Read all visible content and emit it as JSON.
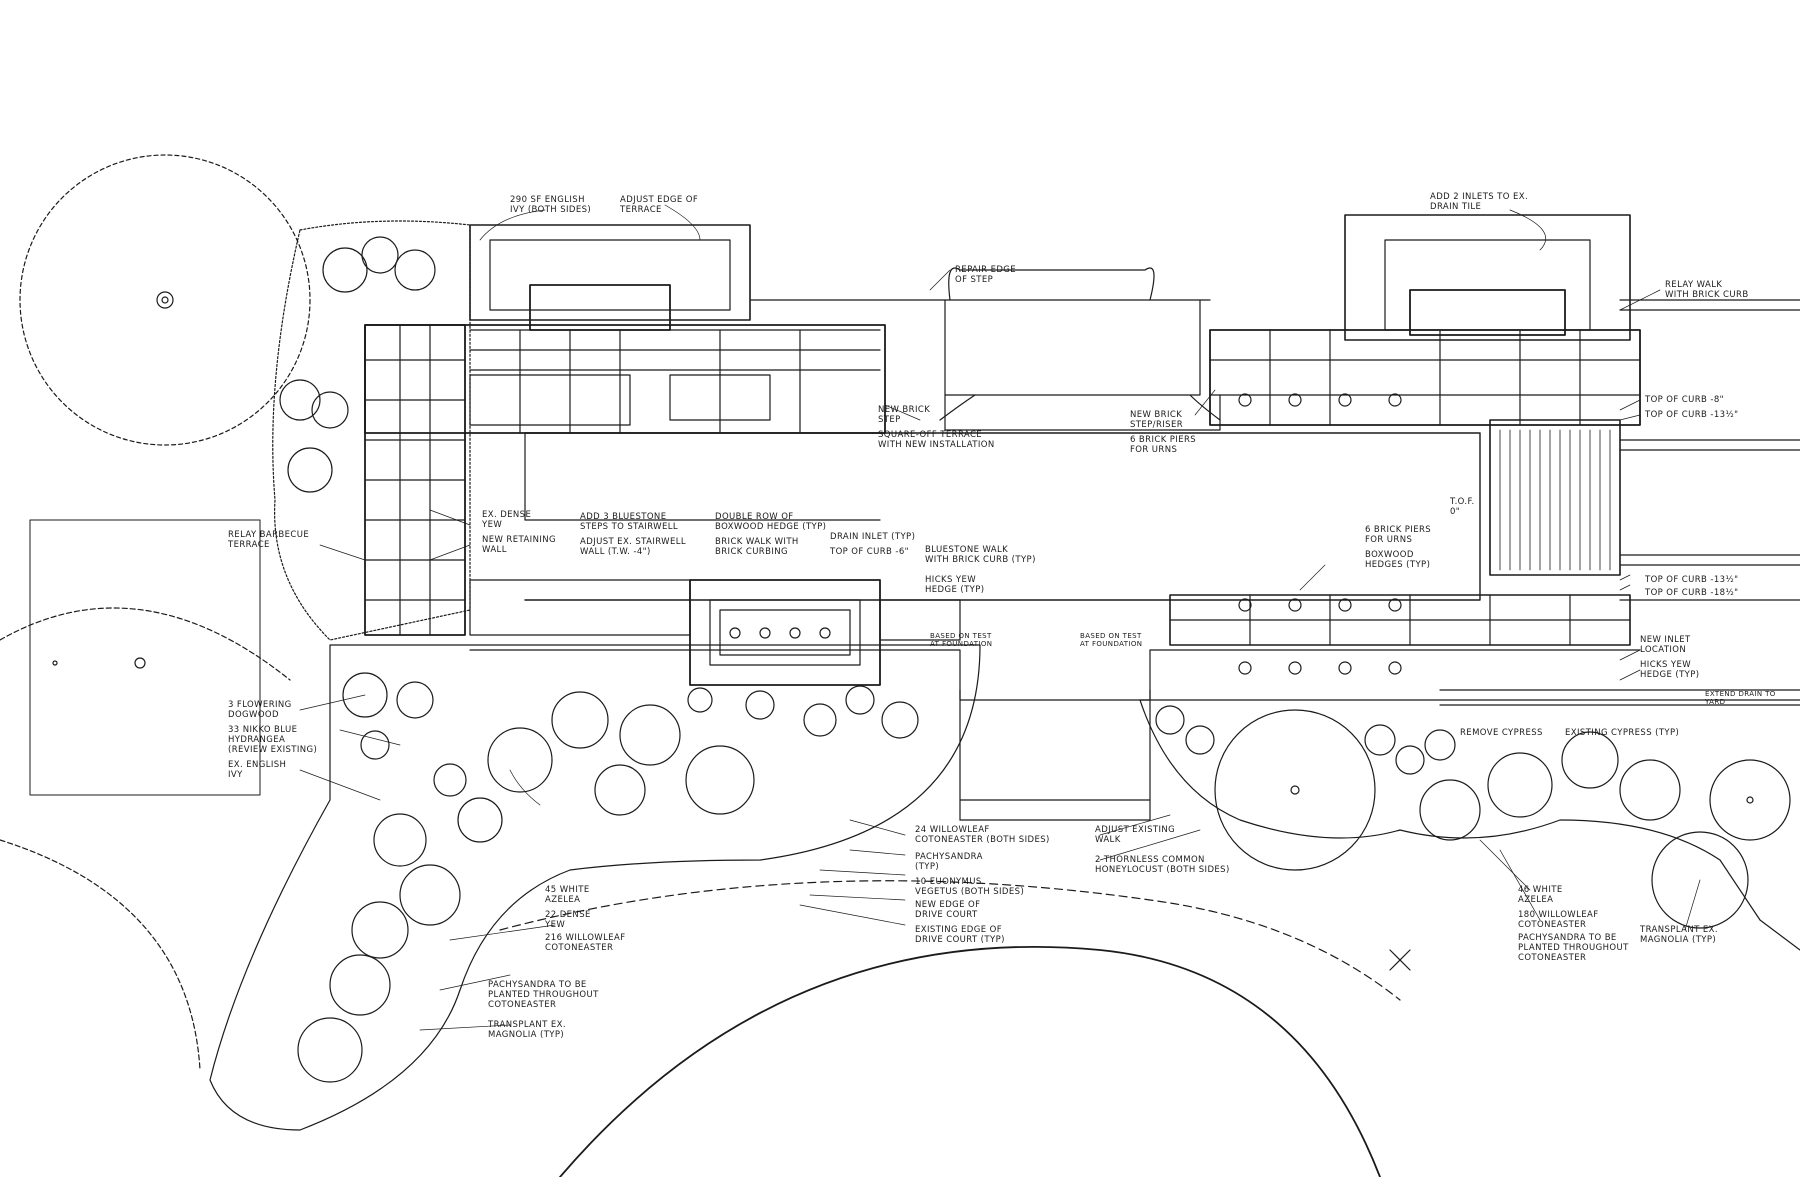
{
  "sheet": {
    "ink_color": "#1b1b1b",
    "paper_color": "#ffffff"
  },
  "labels": {
    "english_ivy_top": "290 SF ENGLISH\nIVY (BOTH SIDES)",
    "adjust_edge_terrace": "ADJUST EDGE OF\nTERRACE",
    "repair_edge_step": "REPAIR EDGE\nOF STEP",
    "add_inlets": "ADD 2 INLETS TO EX.\nDRAIN TILE",
    "relay_walk": "RELAY WALK\nWITH BRICK CURB",
    "new_brick_step": "NEW BRICK\nSTEP",
    "square_off_terrace": "SQUARE-OFF TERRACE\nWITH NEW INSTALLATION",
    "new_brick_step_riser": "NEW BRICK\nSTEP/RISER",
    "six_brick_piers_top": "6 BRICK PIERS\nFOR URNS",
    "top_curb_8": "TOP OF CURB -8\"",
    "top_curb_13": "TOP OF CURB -13½\"",
    "ex_dense_yew": "EX. DENSE\nYEW",
    "new_retaining_wall": "NEW RETAINING\nWALL",
    "relay_barbecue": "RELAY BARBECUE\nTERRACE",
    "add_bluestone_steps": "ADD 3 BLUESTONE\nSTEPS TO STAIRWELL",
    "adjust_stairwell": "ADJUST EX. STAIRWELL\nWALL (T.W. -4\")",
    "double_row_boxwood": "DOUBLE ROW OF\nBOXWOOD HEDGE (TYP)",
    "brick_walk_curbing": "BRICK WALK WITH\nBRICK CURBING",
    "drain_inlet": "DRAIN INLET (TYP)",
    "top_curb_6": "TOP OF CURB -6\"",
    "bluestone_walk": "BLUESTONE WALK\nWITH BRICK CURB (TYP)",
    "hicks_yew_left": "HICKS YEW\nHEDGE (TYP)",
    "tof": "T.O.F.\n0\"",
    "six_brick_piers_mid": "6 BRICK PIERS\nFOR URNS",
    "boxwood_hedges": "BOXWOOD\nHEDGES (TYP)",
    "top_curb_13b": "TOP OF CURB -13½\"",
    "top_curb_18": "TOP OF CURB -18½\"",
    "based_on_test_left": "BASED ON TEST\nAT FOUNDATION",
    "based_on_test_right": "BASED ON TEST\nAT FOUNDATION",
    "new_inlet": "NEW INLET\nLOCATION",
    "hicks_yew_right": "HICKS YEW\nHEDGE (TYP)",
    "extend_drain": "EXTEND DRAIN TO\nYARD",
    "three_dogwood": "3 FLOWERING\nDOGWOOD",
    "nikko_hydrangea": "33 NIKKO BLUE\nHYDRANGEA\n(REVIEW EXISTING)",
    "ex_english_ivy": "EX. ENGLISH\nIVY",
    "remove_cypress": "REMOVE CYPRESS",
    "existing_cypress": "EXISTING CYPRESS (TYP)",
    "willowleaf_24": "24 WILLOWLEAF\nCOTONEASTER (BOTH SIDES)",
    "pachysandra_typ": "PACHYSANDRA\n(TYP)",
    "euonymus": "10 EUONYMUS\nVEGETUS (BOTH SIDES)",
    "new_edge_drive": "NEW EDGE OF\nDRIVE COURT",
    "existing_edge_drive": "EXISTING EDGE OF\nDRIVE COURT (TYP)",
    "adjust_existing_walk": "ADJUST EXISTING\nWALK",
    "honeylocust": "2 THORNLESS COMMON\nHONEYLOCUST (BOTH SIDES)",
    "white_azalea_45": "45 WHITE\nAZELEA",
    "dense_yew_22": "22 DENSE\nYEW",
    "willowleaf_216": "216 WILLOWLEAF\nCOTONEASTER",
    "white_azalea_46": "46 WHITE\nAZELEA",
    "willowleaf_180": "180 WILLOWLEAF\nCOTONEASTER",
    "pachysandra_right": "PACHYSANDRA TO BE\nPLANTED THROUGHOUT\nCOTONEASTER",
    "transplant_right": "TRANSPLANT EX.\nMAGNOLIA (TYP)",
    "pachysandra_left": "PACHYSANDRA TO BE\nPLANTED THROUGHOUT\nCOTONEASTER",
    "transplant_left": "TRANSPLANT EX.\nMAGNOLIA (TYP)"
  }
}
